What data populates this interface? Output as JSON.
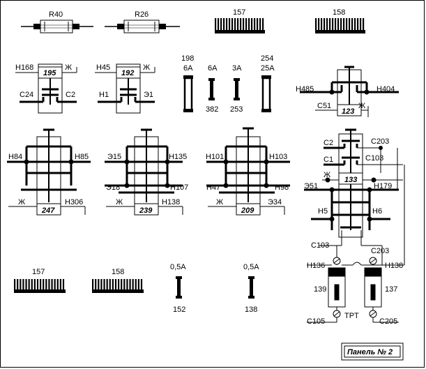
{
  "resistors": [
    {
      "label": "R40"
    },
    {
      "label": "R26"
    }
  ],
  "blocks": {
    "top_left": "157",
    "top_right": "158",
    "bottom_left": "157",
    "bottom_right": "158"
  },
  "fuses_top": [
    {
      "top": "198",
      "rating": "6A",
      "bottom": ""
    },
    {
      "top": "",
      "rating": "6A",
      "bottom": "382"
    },
    {
      "top": "",
      "rating": "3A",
      "bottom": "253"
    },
    {
      "top": "254",
      "rating": "25A",
      "bottom": ""
    }
  ],
  "fuses_bottom": [
    {
      "rating": "0,5A",
      "bottom": "152"
    },
    {
      "rating": "0,5A",
      "bottom": "138"
    }
  ],
  "relays": [
    {
      "id": "195",
      "tl": "H168",
      "tr": "Ж",
      "bl": "C24",
      "br": "C2"
    },
    {
      "id": "192",
      "tl": "H45",
      "tr": "Ж",
      "bl": "H1",
      "br": "Э1"
    },
    {
      "id": "123",
      "tl": "H485",
      "tr": "H404",
      "bl": "C51",
      "br": "Ж"
    },
    {
      "id": "247",
      "tl": "H84",
      "tr": "H85",
      "bl": "Ж",
      "br": "H306"
    },
    {
      "id": "239",
      "tl": "Э15",
      "tr": "H135",
      "ml": "Э18",
      "mr": "H107",
      "bl": "Ж",
      "br": "H138"
    },
    {
      "id": "209",
      "tl": "H101",
      "tr": "H103",
      "ml": "H47",
      "mr": "H98",
      "bl": "Ж",
      "br": "Э34"
    },
    {
      "id": "133",
      "c2": "C2",
      "c203": "C203",
      "c1": "C1",
      "c103": "C103",
      "zh": "Ж",
      "e51": "Э51",
      "h179": "H179",
      "h5": "H5",
      "h6": "H6",
      "c103b": "C103",
      "c203b": "C203"
    }
  ],
  "trt": {
    "h136": "H136",
    "h138": "H138",
    "left": "139",
    "right": "137",
    "name": "TPT",
    "c105": "C105",
    "c205": "C205"
  },
  "panel_label": "Панель № 2"
}
